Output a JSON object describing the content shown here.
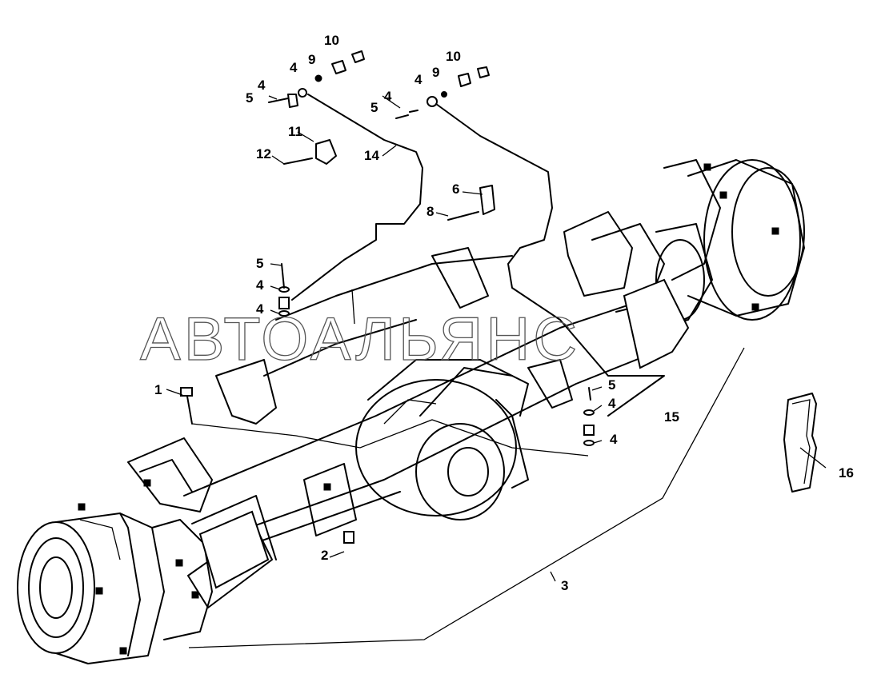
{
  "watermark": "АВТОАЛЬЯНС",
  "callouts": [
    {
      "id": "c-10a",
      "label": "10"
    },
    {
      "id": "c-9a",
      "label": "9"
    },
    {
      "id": "c-4a",
      "label": "4"
    },
    {
      "id": "c-4b",
      "label": "4"
    },
    {
      "id": "c-5a",
      "label": "5"
    },
    {
      "id": "c-11",
      "label": "11"
    },
    {
      "id": "c-12",
      "label": "12"
    },
    {
      "id": "c-14",
      "label": "14"
    },
    {
      "id": "c-10b",
      "label": "10"
    },
    {
      "id": "c-9b",
      "label": "9"
    },
    {
      "id": "c-4c",
      "label": "4"
    },
    {
      "id": "c-4d",
      "label": "4"
    },
    {
      "id": "c-5b",
      "label": "5"
    },
    {
      "id": "c-6",
      "label": "6"
    },
    {
      "id": "c-8",
      "label": "8"
    },
    {
      "id": "c-5c",
      "label": "5"
    },
    {
      "id": "c-4e",
      "label": "4"
    },
    {
      "id": "c-4f",
      "label": "4"
    },
    {
      "id": "c-1",
      "label": "1"
    },
    {
      "id": "c-5d",
      "label": "5"
    },
    {
      "id": "c-4g",
      "label": "4"
    },
    {
      "id": "c-15",
      "label": "15"
    },
    {
      "id": "c-4h",
      "label": "4"
    },
    {
      "id": "c-16",
      "label": "16"
    },
    {
      "id": "c-2",
      "label": "2"
    },
    {
      "id": "c-3",
      "label": "3"
    }
  ]
}
